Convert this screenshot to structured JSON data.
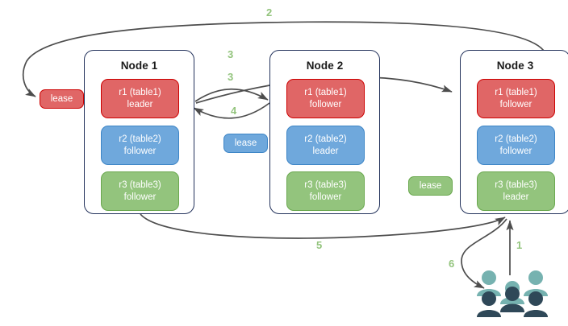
{
  "diagram": {
    "title": "",
    "colors": {
      "red_fill": "#e06666",
      "red_stroke": "#cc0000",
      "blue_fill": "#6fa8dc",
      "blue_stroke": "#3d85c6",
      "green_fill": "#93c47d",
      "green_stroke": "#6aa84f",
      "node_border": "#24335c",
      "arrow": "#4d4d4d",
      "step_label": "#93c47d",
      "people_light": "#76b2b0",
      "people_dark": "#2f4858"
    },
    "nodes": [
      {
        "name": "node-1",
        "title": "Node 1",
        "replicas": [
          {
            "name": "r1",
            "line1": "r1 (table1)",
            "line2": "leader",
            "color": "red"
          },
          {
            "name": "r2",
            "line1": "r2 (table2)",
            "line2": "follower",
            "color": "blue"
          },
          {
            "name": "r3",
            "line1": "r3 (table3)",
            "line2": "follower",
            "color": "green"
          }
        ]
      },
      {
        "name": "node-2",
        "title": "Node 2",
        "replicas": [
          {
            "name": "r1",
            "line1": "r1 (table1)",
            "line2": "follower",
            "color": "red"
          },
          {
            "name": "r2",
            "line1": "r2 (table2)",
            "line2": "leader",
            "color": "blue"
          },
          {
            "name": "r3",
            "line1": "r3 (table3)",
            "line2": "follower",
            "color": "green"
          }
        ]
      },
      {
        "name": "node-3",
        "title": "Node 3",
        "replicas": [
          {
            "name": "r1",
            "line1": "r1 (table1)",
            "line2": "follower",
            "color": "red"
          },
          {
            "name": "r2",
            "line1": "r2 (table2)",
            "line2": "follower",
            "color": "blue"
          },
          {
            "name": "r3",
            "line1": "r3 (table3)",
            "line2": "leader",
            "color": "green"
          }
        ]
      }
    ],
    "leases": [
      {
        "name": "lease-r1",
        "label": "lease",
        "color": "red"
      },
      {
        "name": "lease-r2",
        "label": "lease",
        "color": "blue"
      },
      {
        "name": "lease-r3",
        "label": "lease",
        "color": "green"
      }
    ],
    "steps": [
      {
        "id": "step-1",
        "label": "1"
      },
      {
        "id": "step-2",
        "label": "2"
      },
      {
        "id": "step-3a",
        "label": "3"
      },
      {
        "id": "step-3b",
        "label": "3"
      },
      {
        "id": "step-4",
        "label": "4"
      },
      {
        "id": "step-5",
        "label": "5"
      },
      {
        "id": "step-6",
        "label": "6"
      }
    ],
    "client": {
      "name": "clients-icon",
      "label": "clients"
    }
  }
}
